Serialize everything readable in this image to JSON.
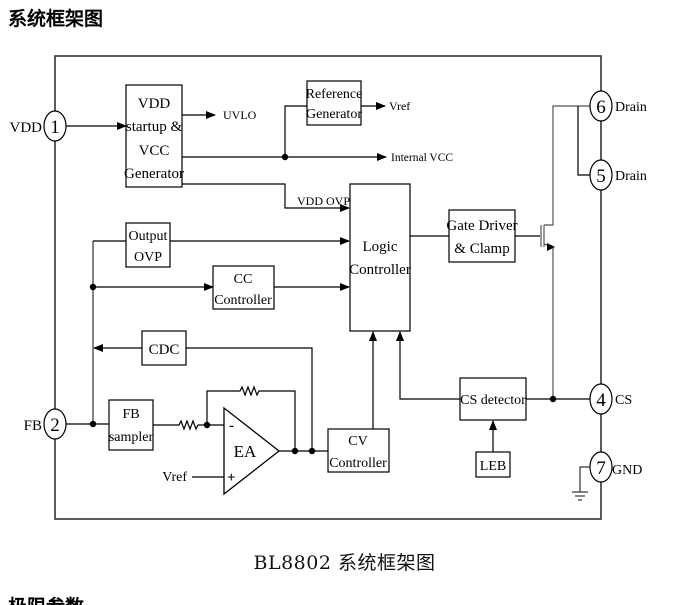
{
  "page": {
    "heading": "系统框架图",
    "caption": "BL8802 系统框架图",
    "next_heading_clipped": "极限参数"
  },
  "pins": [
    {
      "number": "1",
      "name": "VDD"
    },
    {
      "number": "2",
      "name": "FB"
    },
    {
      "number": "6",
      "name": "Drain"
    },
    {
      "number": "5",
      "name": "Drain"
    },
    {
      "number": "4",
      "name": "CS"
    },
    {
      "number": "7",
      "name": "GND"
    }
  ],
  "blocks": {
    "vdd_gen": [
      "VDD",
      "startup &",
      "VCC",
      "Generator"
    ],
    "ref_gen": [
      "Reference",
      "Generator"
    ],
    "output_ovp": [
      "Output",
      "OVP"
    ],
    "cc_controller": [
      "CC",
      "Controller"
    ],
    "logic_controller": [
      "Logic",
      "Controller"
    ],
    "gate_driver": [
      "Gate Driver",
      "& Clamp"
    ],
    "cdc": "CDC",
    "fb_sampler": [
      "FB",
      "sampler"
    ],
    "ea": "EA",
    "cv_controller": [
      "CV",
      "Controller"
    ],
    "cs_detector": "CS detector",
    "leb": "LEB"
  },
  "signals": {
    "uvlo": "UVLO",
    "vref_out": "Vref",
    "internal_vcc": "Internal VCC",
    "vdd_ovp": "VDD OVP",
    "vref_in": "Vref",
    "ea_minus": "-",
    "ea_plus": "+"
  }
}
